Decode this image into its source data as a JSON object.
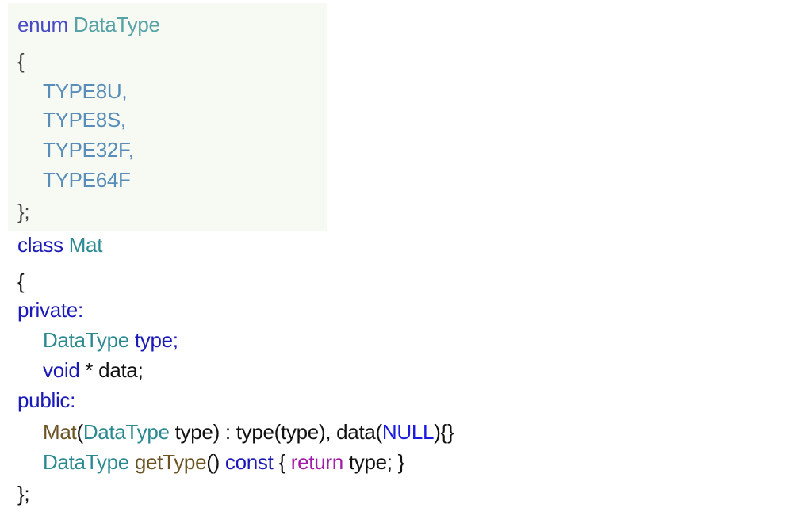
{
  "enum_block": {
    "kw_enum": "enum",
    "type_name": "DataType",
    "open_brace": "{",
    "members": [
      "TYPE8U,",
      "TYPE8S,",
      "TYPE32F,",
      "TYPE64F"
    ],
    "close": "};"
  },
  "class_block": {
    "kw_class": "class",
    "class_name": "Mat",
    "open_brace": "{",
    "private_label": "private:",
    "field1_type": "DataType",
    "field1_name": "type;",
    "field2_kw": "void",
    "field2_rest": " * data;",
    "public_label": "public:",
    "ctor_name": "Mat",
    "ctor_paren_open": "(",
    "ctor_param_type": "DataType",
    "ctor_param_name": " type) : type(type), data(",
    "ctor_null": "NULL",
    "ctor_end": "){}",
    "getter_type": "DataType",
    "getter_space": " ",
    "getter_name": "getType",
    "getter_parens": "() ",
    "getter_const": "const",
    "getter_brace": " { ",
    "getter_return": "return",
    "getter_body": " type; }",
    "close": "};"
  }
}
